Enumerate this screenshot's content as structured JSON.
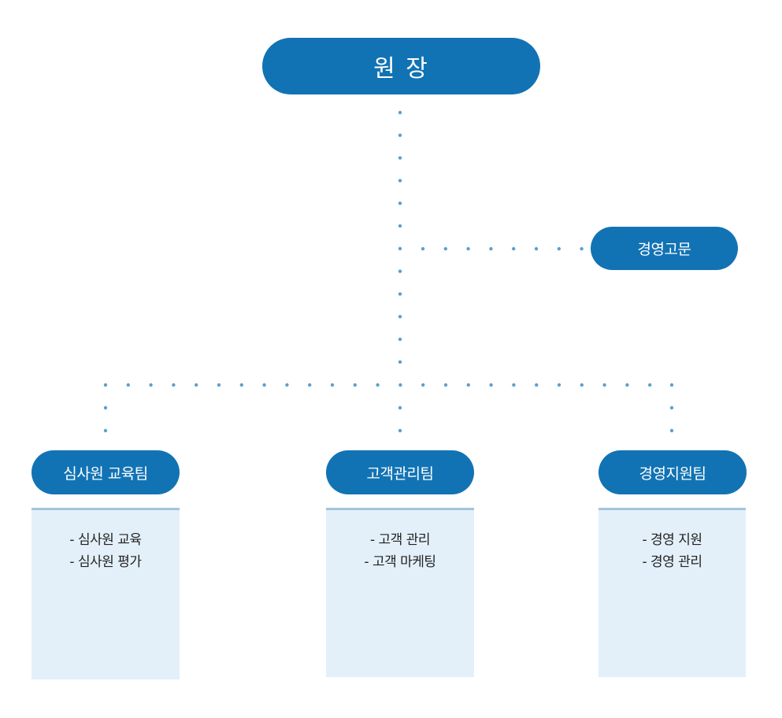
{
  "director": {
    "label": "원 장"
  },
  "advisor": {
    "label": "경영고문"
  },
  "teams": [
    {
      "label": "심사원 교육팀",
      "duties": [
        "- 심사원 교육",
        "- 심사원 평가"
      ]
    },
    {
      "label": "고객관리팀",
      "duties": [
        "- 고객 관리",
        "- 고객 마케팅"
      ]
    },
    {
      "label": "경영지원팀",
      "duties": [
        "- 경영 지원",
        "- 경영 관리"
      ]
    }
  ],
  "colors": {
    "pill": "#1273b4",
    "panel": "#e3f0f9",
    "panel_border": "#a3c5dd",
    "connector_dot": "#5aa0d0"
  }
}
